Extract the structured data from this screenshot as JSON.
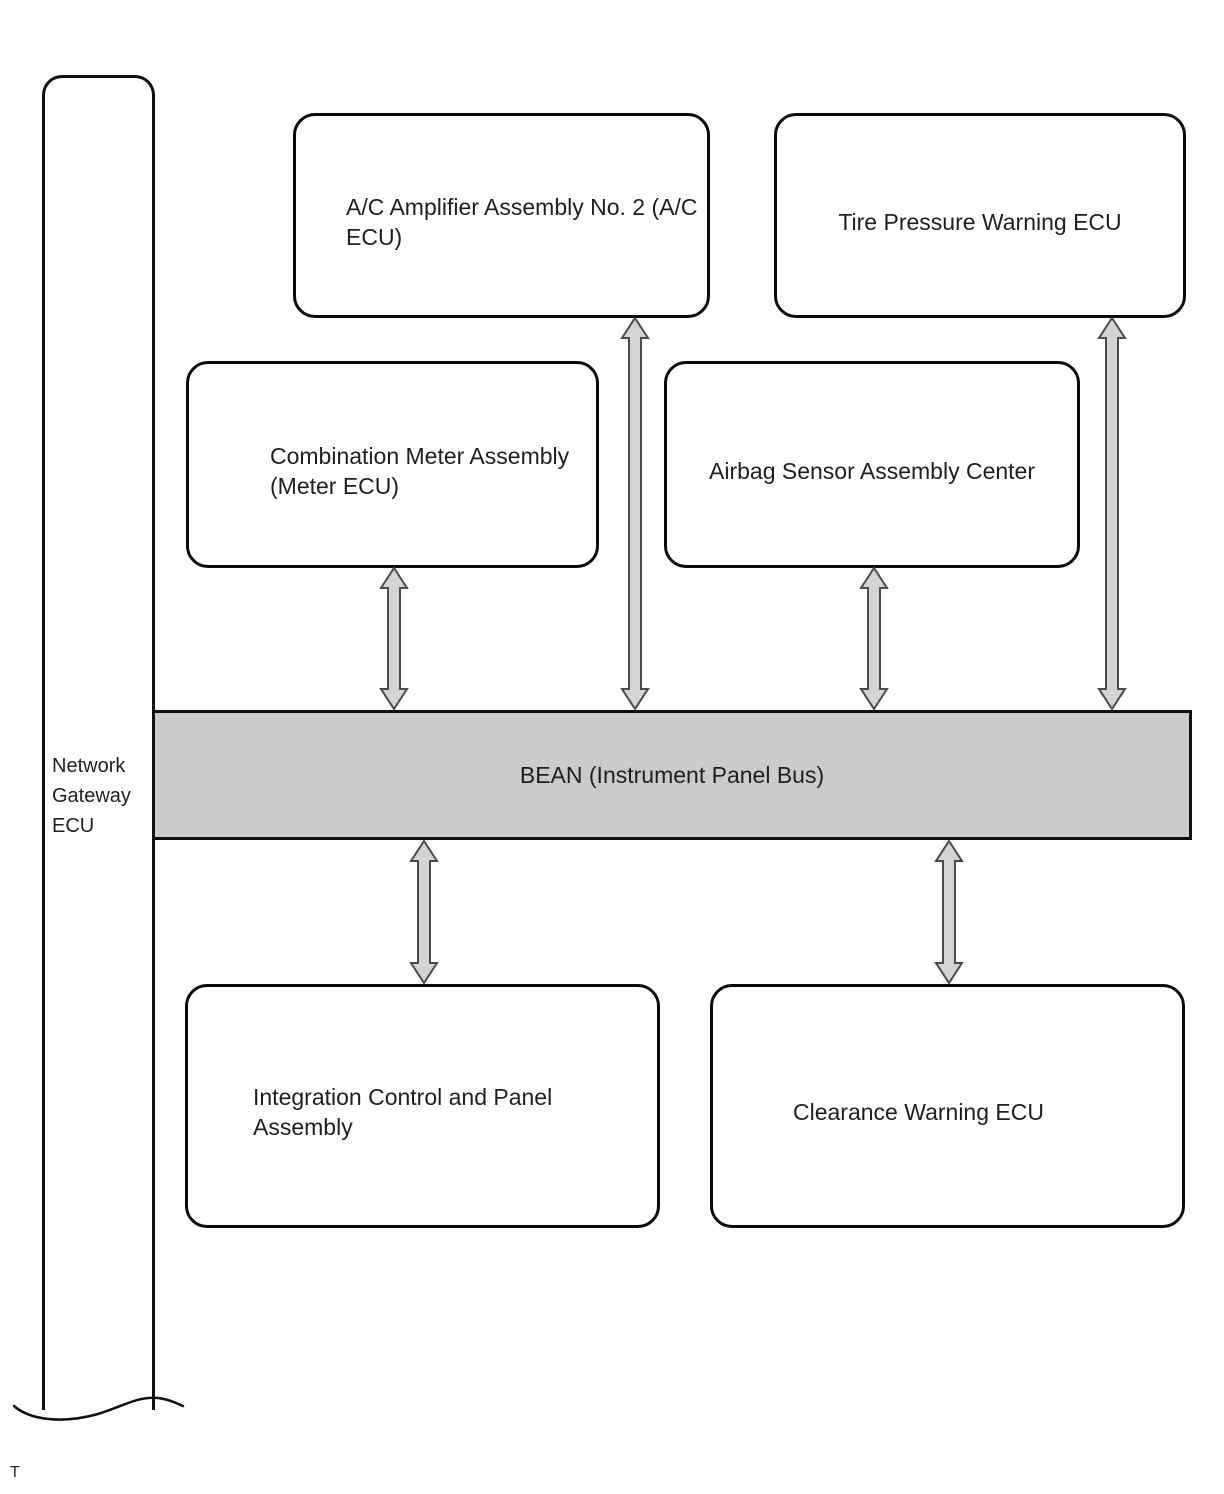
{
  "footer_mark": "T",
  "bus": {
    "label": "BEAN (Instrument Panel Bus)"
  },
  "nodes": {
    "network_gateway": {
      "label": "Network\nGateway\nECU"
    },
    "ac_amplifier": {
      "label": "A/C Amplifier Assembly No. 2 (A/C\nECU)"
    },
    "tire_pressure": {
      "label": "Tire Pressure Warning ECU"
    },
    "combination_meter": {
      "label": "Combination Meter Assembly\n(Meter ECU)"
    },
    "airbag_sensor": {
      "label": "Airbag Sensor Assembly Center"
    },
    "integration_panel": {
      "label": "Integration Control and Panel\nAssembly"
    },
    "clearance_warning": {
      "label": "Clearance Warning ECU"
    }
  },
  "connections": [
    {
      "from": "ac_amplifier",
      "to": "bean_bus",
      "type": "bidirectional"
    },
    {
      "from": "tire_pressure",
      "to": "bean_bus",
      "type": "bidirectional"
    },
    {
      "from": "combination_meter",
      "to": "bean_bus",
      "type": "bidirectional"
    },
    {
      "from": "airbag_sensor",
      "to": "bean_bus",
      "type": "bidirectional"
    },
    {
      "from": "integration_panel",
      "to": "bean_bus",
      "type": "bidirectional"
    },
    {
      "from": "clearance_warning",
      "to": "bean_bus",
      "type": "bidirectional"
    }
  ],
  "colors": {
    "bus_fill": "#cbcbcb",
    "arrow_fill": "#d4d4d4",
    "arrow_stroke": "#4b4b4b",
    "line": "#0f0f0f",
    "background": "#ffffff"
  }
}
